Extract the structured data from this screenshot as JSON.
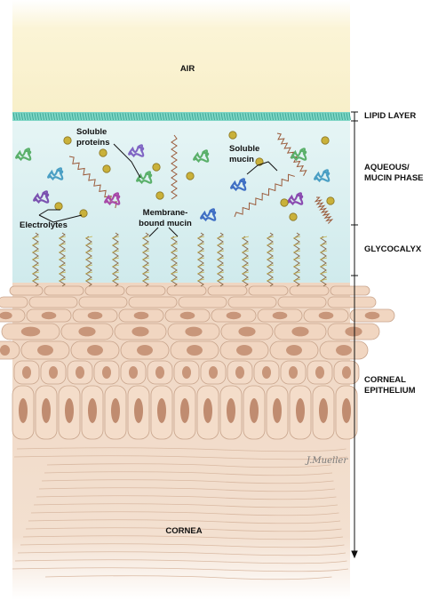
{
  "layers": {
    "air": "AIR",
    "lipid": "LIPID LAYER",
    "aqueous": "AQUEOUS/\nMUCIN PHASE",
    "glycocalyx": "GLYCOCALYX",
    "epithelium": "CORNEAL\nEPITHELIUM",
    "cornea": "CORNEA"
  },
  "callouts": {
    "soluble_proteins": "Soluble\nproteins",
    "soluble_mucin": "Soluble\nmucin",
    "electrolytes": "Electrolytes",
    "membrane_bound_mucin": "Membrane-\nbound mucin"
  },
  "signature": "J.Mueller",
  "colors": {
    "air": "#fbf4d6",
    "lipid": "#6fd0c0",
    "aqueous": "#dff1f3",
    "cornea": "#f0dac8",
    "cell": "#f2d8c4",
    "nucleus": "#c99577",
    "electrolyte": "#c9b13a"
  }
}
